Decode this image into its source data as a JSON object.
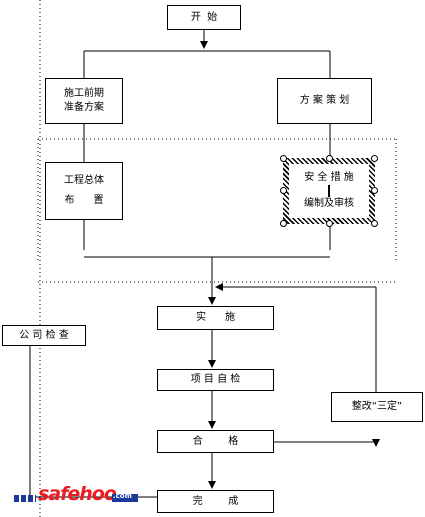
{
  "nodes": {
    "start": "开  始",
    "prep": [
      "施工前期",
      "准备方案"
    ],
    "plan": "方 案 策 划",
    "layout": [
      "工程总体",
      "布      置"
    ],
    "safety": [
      "安 全 措 施",
      "编制及审核"
    ],
    "implement": "实      施",
    "inspect": "公 司 检 查",
    "selfcheck": "项 目 自 检",
    "qualified": "合        格",
    "rectify": "整改“三定”",
    "complete": "完        成"
  },
  "logo": {
    "text": "safehoo",
    "domain": ".com"
  },
  "colors": {
    "line": "#000000",
    "logo_red": "#ed1c24",
    "logo_blue": "#1b3a9a"
  }
}
